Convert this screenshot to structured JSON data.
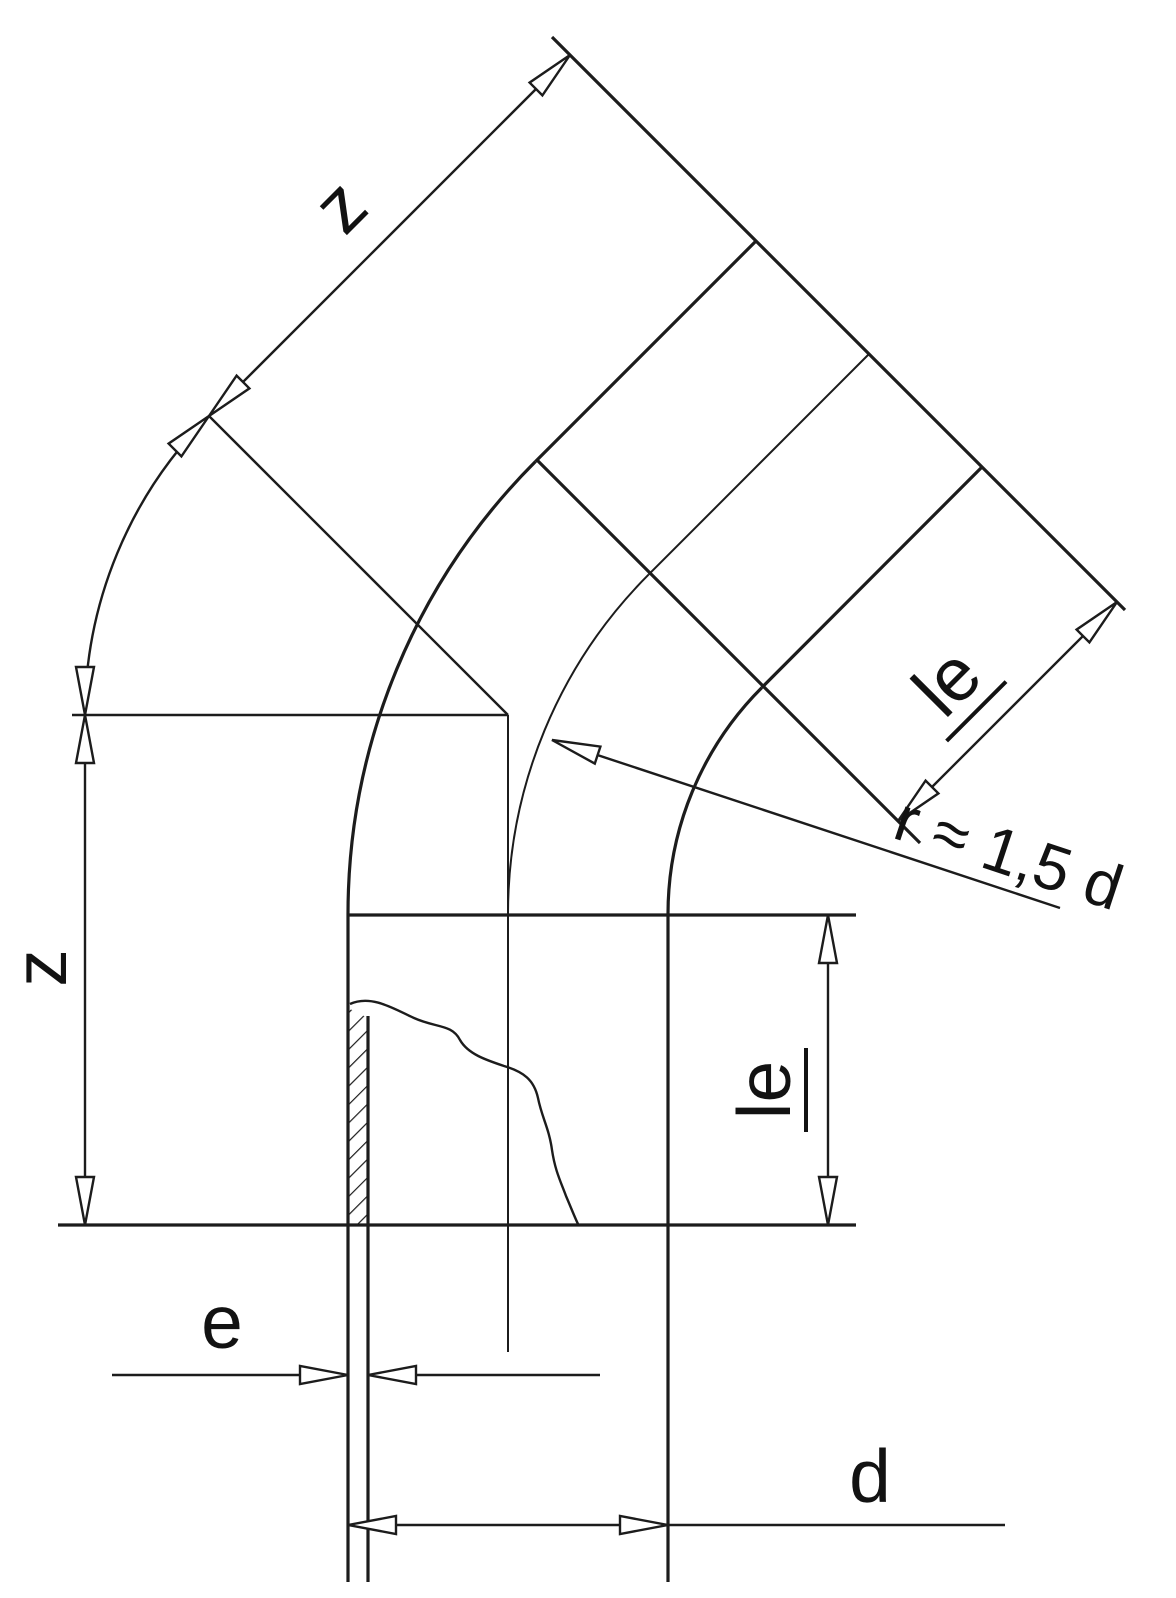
{
  "diagram": {
    "title": "45-degree elbow fitting dimensional drawing",
    "labels": {
      "z_angled": "z",
      "z_vertical": "z",
      "le_angled": "le",
      "le_vertical": "le",
      "wall_thickness": "e",
      "diameter": "d",
      "bend_radius_note": "r ≈ 1,5 d"
    },
    "colors": {
      "line": "#1c1c1c",
      "background": "#ffffff"
    }
  }
}
